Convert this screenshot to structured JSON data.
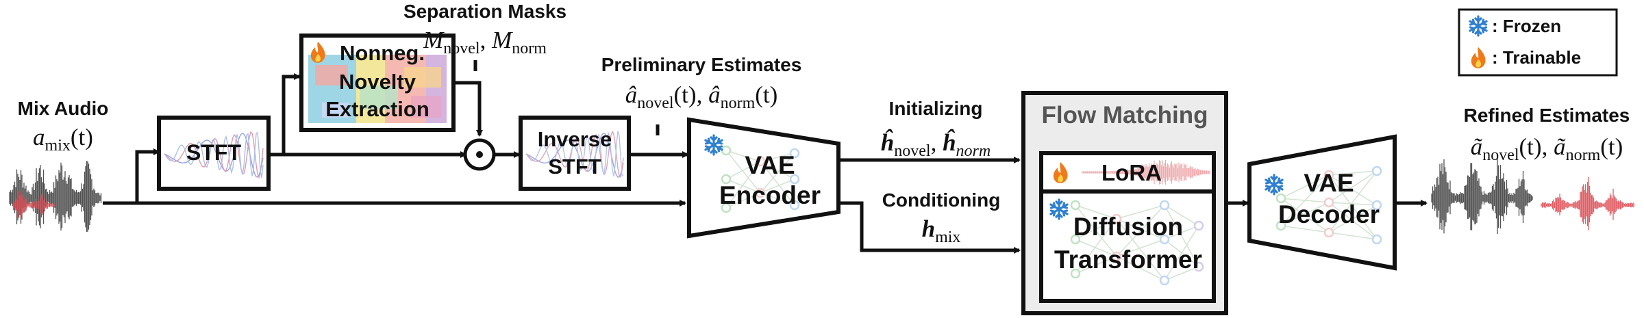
{
  "mix_audio": {
    "title": "Mix Audio",
    "signal_base": "a",
    "signal_sub": "mix",
    "signal_arg": "(t)"
  },
  "stft": {
    "label": "STFT"
  },
  "novelty": {
    "line1": "Nonneg.",
    "line2": "Novelty",
    "line3": "Extraction",
    "status_icon": "flame-icon"
  },
  "masks": {
    "title": "Separation Masks",
    "m_base": "M",
    "m1_sub": "novel",
    "m2_sub": "norm",
    "sep": ", "
  },
  "multiply": {
    "symbol": "⊙"
  },
  "istft": {
    "line1": "Inverse",
    "line2": "STFT"
  },
  "preliminary": {
    "title": "Preliminary Estimates",
    "base": "â",
    "sub1": "novel",
    "sub2": "norm",
    "arg": "(t)",
    "sep": ", "
  },
  "vae_encoder": {
    "line1": "VAE",
    "line2": "Encoder",
    "status_icon": "snowflake-icon"
  },
  "initializing": {
    "title": "Initializing",
    "base": "ĥ",
    "sub1": "novel",
    "sub2": "norm",
    "sep": ", "
  },
  "conditioning": {
    "title": "Conditioning",
    "base": "h",
    "sub": "mix"
  },
  "flow_matching": {
    "title": "Flow Matching",
    "lora": {
      "label": "LoRA",
      "status_icon": "flame-icon"
    },
    "transformer": {
      "line1": "Diffusion",
      "line2": "Transformer",
      "status_icon": "snowflake-icon"
    }
  },
  "vae_decoder": {
    "line1": "VAE",
    "line2": "Decoder",
    "status_icon": "snowflake-icon"
  },
  "refined": {
    "title": "Refined Estimates",
    "base": "ã",
    "sub1": "novel",
    "sub2": "norm",
    "arg": "(t)",
    "sep": ", "
  },
  "legend": {
    "frozen": ": Frozen",
    "trainable": ": Trainable",
    "frozen_icon": "snowflake-icon",
    "trainable_icon": "flame-icon"
  },
  "colors": {
    "frozen_blue": "#2f7fd0",
    "flame_orange": "#f07a1a",
    "wave_dark": "#333333",
    "wave_red": "#d9424a",
    "panel_gray": "#ececec",
    "flow_title": "#555555"
  }
}
